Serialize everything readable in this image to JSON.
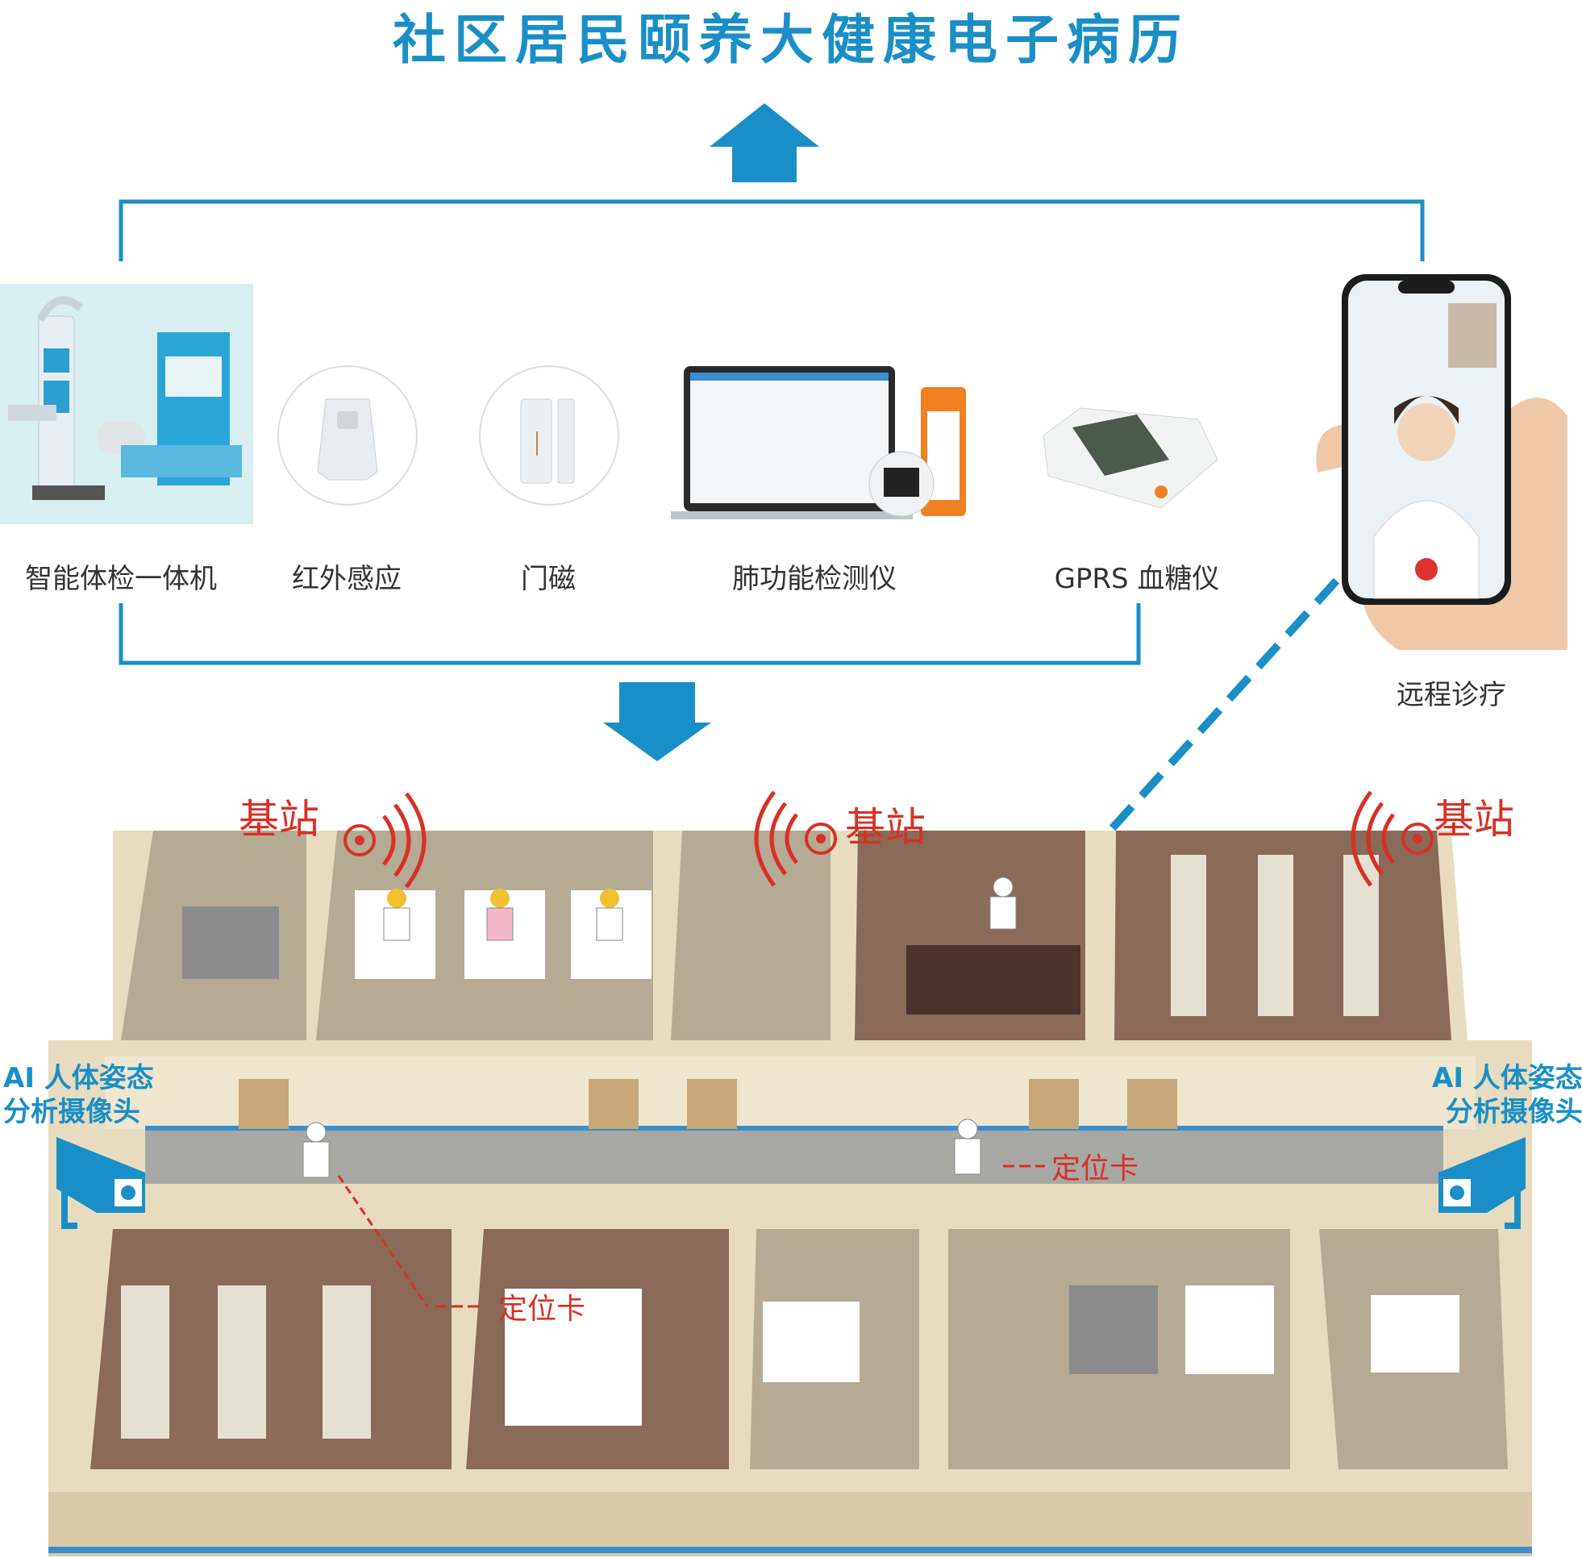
{
  "title": "社区居民颐养大健康电子病历",
  "devices": [
    {
      "label": "智能体检一体机",
      "icon": "health-kiosk-icon"
    },
    {
      "label": "红外感应",
      "icon": "infrared-sensor-icon"
    },
    {
      "label": "门磁",
      "icon": "door-magnet-icon"
    },
    {
      "label": "肺功能检测仪",
      "icon": "lung-function-tester-icon"
    },
    {
      "label": "GPRS 血糖仪",
      "icon": "glucose-meter-icon"
    }
  ],
  "remote": {
    "label": "远程诊疗",
    "icon": "phone-video-call-icon"
  },
  "base_station": "基站",
  "ai_camera": {
    "line1": "AI 人体姿态",
    "line2": "分析摄像头"
  },
  "locator_card": "定位卡",
  "colors": {
    "accent": "#1a8fc7",
    "alert": "#d93025",
    "wall": "#e8dcc0",
    "floor_brown": "#8a6a58",
    "floor_gray": "#a8a8a4"
  }
}
